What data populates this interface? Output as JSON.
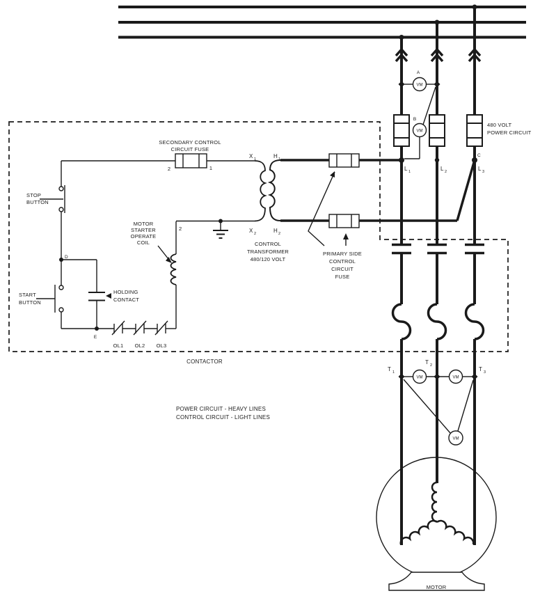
{
  "colors": {
    "line": "#1a1a1a",
    "background": "#ffffff"
  },
  "labels": {
    "note1": "POWER CIRCUIT - HEAVY LINES",
    "note2": "CONTROL CIRCUIT - LIGHT LINES",
    "volt1": "480 VOLT",
    "volt2": "POWER CIRCUIT",
    "sec_fuse1": "SECONDARY CONTROL",
    "sec_fuse2": "CIRCUIT FUSE",
    "sec_term_l": "2",
    "sec_term_r": "1",
    "pri_fuse1": "PRIMARY SIDE",
    "pri_fuse2": "CONTROL",
    "pri_fuse3": "CIRCUIT",
    "pri_fuse4": "FUSE",
    "xfmr1": "CONTROL",
    "xfmr2": "TRANSFORMER",
    "xfmr3": "480/120 VOLT",
    "stop1": "STOP",
    "stop2": "BUTTON",
    "start1": "START",
    "start2": "BUTTON",
    "hold1": "HOLDING",
    "hold2": "CONTACT",
    "coil1": "MOTOR",
    "coil2": "STARTER",
    "coil3": "OPERATE",
    "coil4": "COIL",
    "wire2": "2",
    "ol1": "OL1",
    "ol2": "OL2",
    "ol3": "OL3",
    "contactor": "CONTACTOR",
    "motor": "MOTOR",
    "vm": "VM",
    "pt_a": "A",
    "pt_b": "B",
    "pt_c": "C",
    "pt_d": "D",
    "pt_e": "E",
    "l_base": "L",
    "t_base": "T",
    "x_base": "X",
    "h_base": "H",
    "sub1": "1",
    "sub2": "2",
    "sub3": "3"
  }
}
